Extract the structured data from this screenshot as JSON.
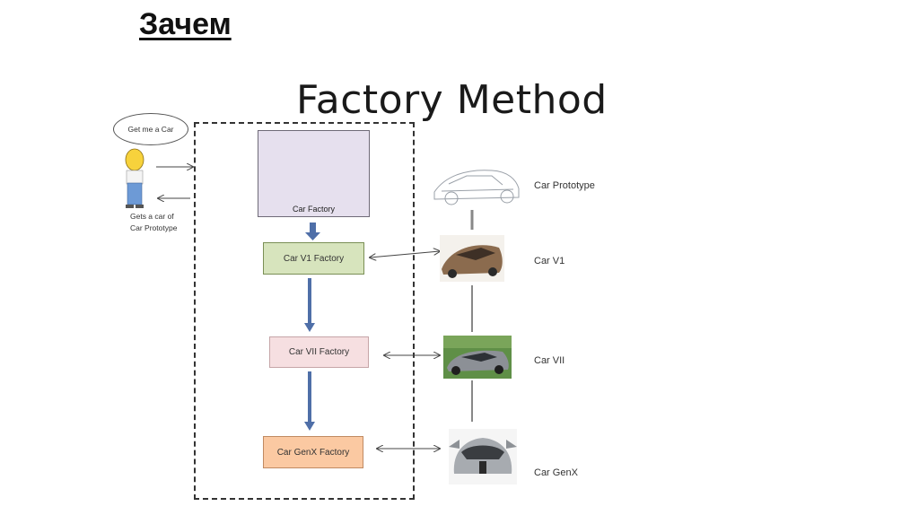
{
  "heading": "Зачем",
  "title": "Factory Method",
  "client": {
    "speech": "Get me a Car",
    "result_line1": "Gets a car of",
    "result_line2": "Car Prototype"
  },
  "factories": {
    "car_factory": "Car Factory",
    "v1": "Car V1 Factory",
    "vii": "Car VII Factory",
    "genx": "Car GenX Factory"
  },
  "cars": {
    "prototype": "Car Prototype",
    "v1": "Car V1",
    "vii": "Car VII",
    "genx": "Car GenX"
  },
  "colors": {
    "v1_box": "#d7e4bd",
    "vii_box": "#f6dfe1",
    "genx_box": "#fbc9a2",
    "flow_arrow": "#4f6fa8"
  }
}
